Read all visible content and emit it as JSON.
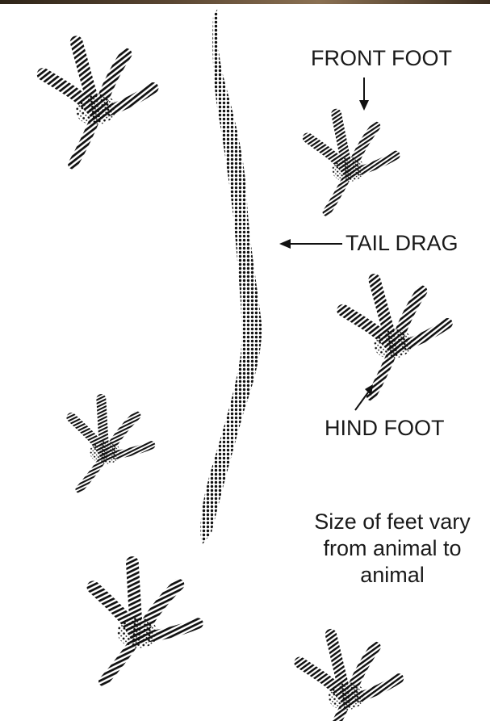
{
  "labels": {
    "front_foot": "FRONT FOOT",
    "tail_drag": "TAIL DRAG",
    "hind_foot": "HIND FOOT"
  },
  "note": {
    "line1": "Size of feet vary",
    "line2": "from animal to",
    "line3": "animal"
  },
  "colors": {
    "ink": "#111111",
    "label_text": "#1a1a1a",
    "background": "#ffffff",
    "top_band": "#5a4632"
  }
}
